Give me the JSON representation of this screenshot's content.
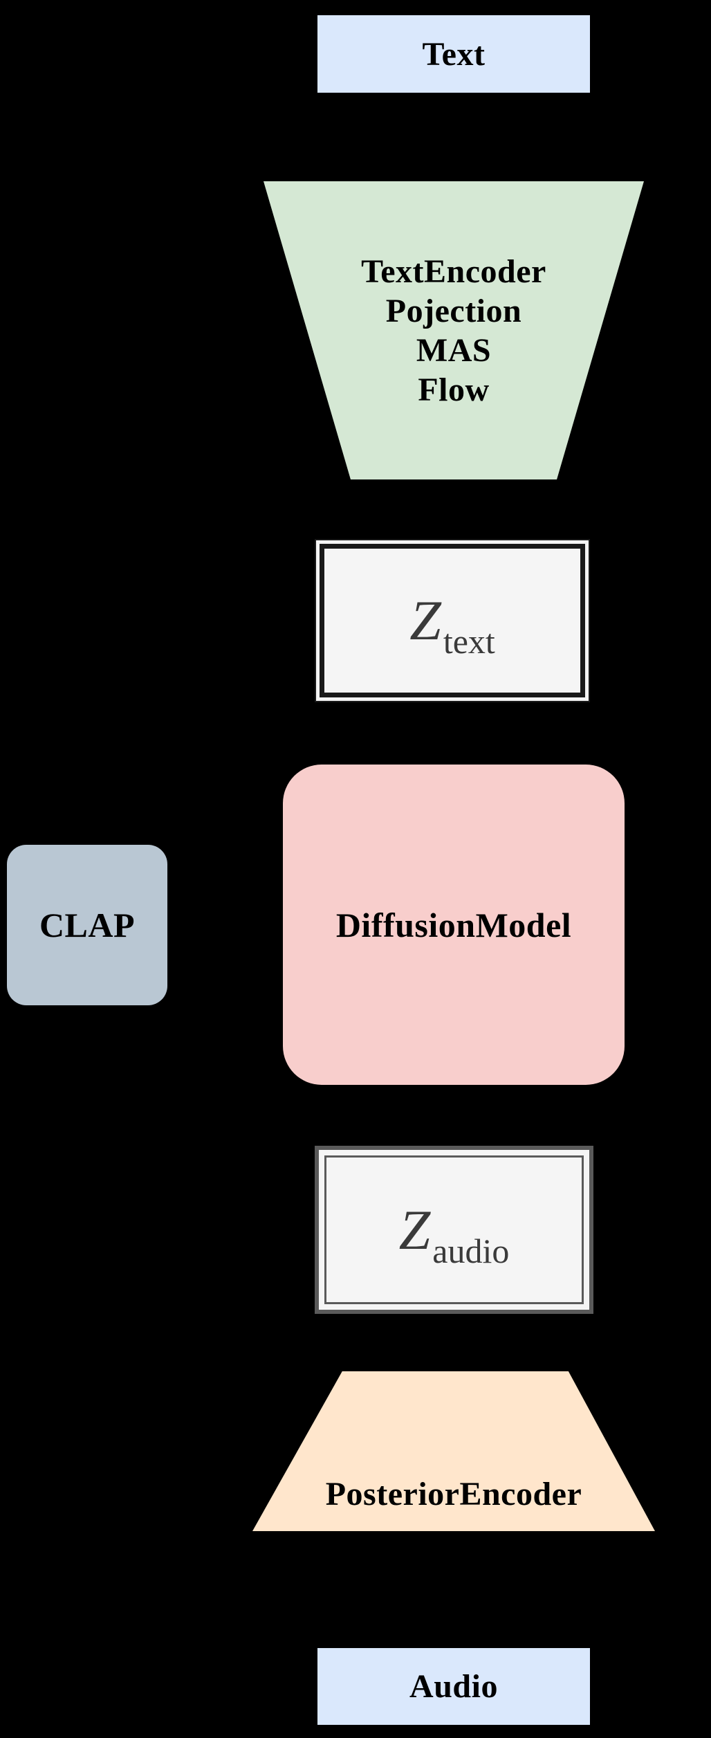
{
  "diagram": {
    "background": "#000000",
    "label_color": "#000000",
    "z_label_color": "#3a3a3a",
    "nodes": {
      "text_input": {
        "label": "Text",
        "fill": "#dae8fc"
      },
      "text_encoder": {
        "lines": [
          "TextEncoder",
          "Pojection",
          "MAS",
          "Flow"
        ],
        "fill": "#d5e8d4"
      },
      "z_text": {
        "symbol": "Z",
        "subscript": "text",
        "fill": "#f5f5f5",
        "border": "#1a1a1a"
      },
      "clap": {
        "label": "CLAP",
        "fill": "#b9c7d3"
      },
      "diffusion_model": {
        "label": "DiffusionModel",
        "fill": "#f8cecc"
      },
      "z_audio": {
        "symbol": "Z",
        "subscript": "audio",
        "fill": "#f5f5f5",
        "border": "#5a5a5a"
      },
      "posterior_encoder": {
        "label": "PosteriorEncoder",
        "fill": "#ffe6cc"
      },
      "audio_output": {
        "label": "Audio",
        "fill": "#dae8fc"
      }
    }
  }
}
